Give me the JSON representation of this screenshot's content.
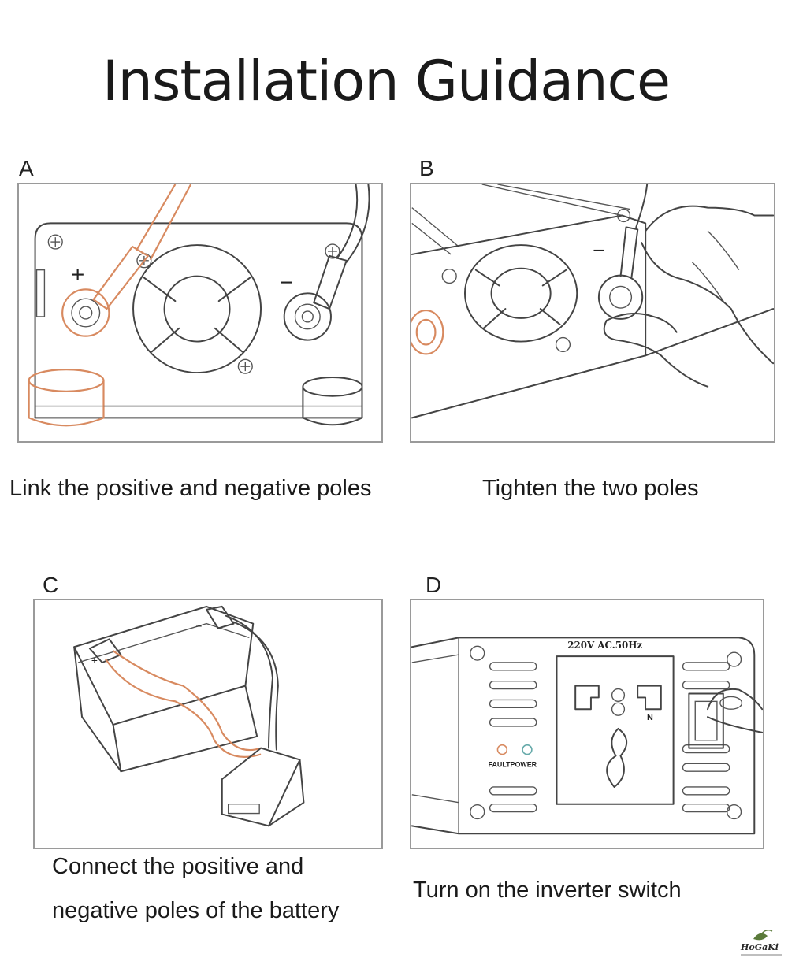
{
  "title": "Installation Guidance",
  "panels": [
    {
      "letter": "A",
      "caption_lines": [
        "Link the positive and negative poles"
      ]
    },
    {
      "letter": "B",
      "caption_lines": [
        "Tighten the two poles"
      ]
    },
    {
      "letter": "C",
      "caption_lines": [
        "Connect the positive and",
        "negative poles of the battery"
      ]
    },
    {
      "letter": "D",
      "caption_lines": [
        "Turn on the inverter switch"
      ]
    }
  ],
  "diagram_labels": {
    "plus": "+",
    "minus": "−",
    "voltage": "220V AC.50Hz",
    "fault_power": "FAULTPOWER",
    "neutral": "N"
  },
  "logo": {
    "name": "HoGaKi"
  },
  "colors": {
    "accent": "#d88a60",
    "line": "#444444"
  }
}
